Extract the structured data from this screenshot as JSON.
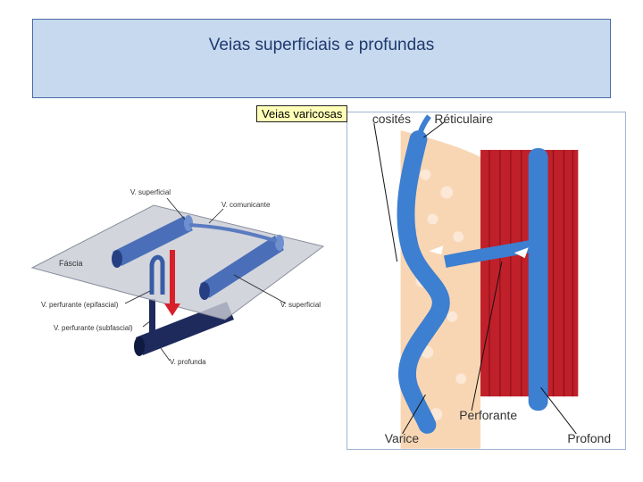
{
  "title": "Veias superficiais e profundas",
  "callout": "Veias varicosas",
  "left_figure": {
    "labels": {
      "v_superficial_top": "V. superficial",
      "v_comunicante": "V. comunicante",
      "fascia": "Fáscia",
      "v_perfurante_epi": "V. perfurante (epifascial)",
      "v_superficial_right": "V. superficial",
      "v_perfurante_sub": "V. perfurante (subfascial)",
      "v_profunda": "V. profunda"
    }
  },
  "right_figure": {
    "labels": {
      "cosites": "cosités",
      "reticulaire": "Réticulaire",
      "perforante": "Perforante",
      "varice": "Varice",
      "profond": "Profond"
    }
  },
  "colors": {
    "vein_blue": "#3d7fd1",
    "muscle_red": "#c0202a",
    "skin": "#f8d6b4",
    "title_bg": "#c6d9ee",
    "callout_bg": "#ffffb8"
  }
}
